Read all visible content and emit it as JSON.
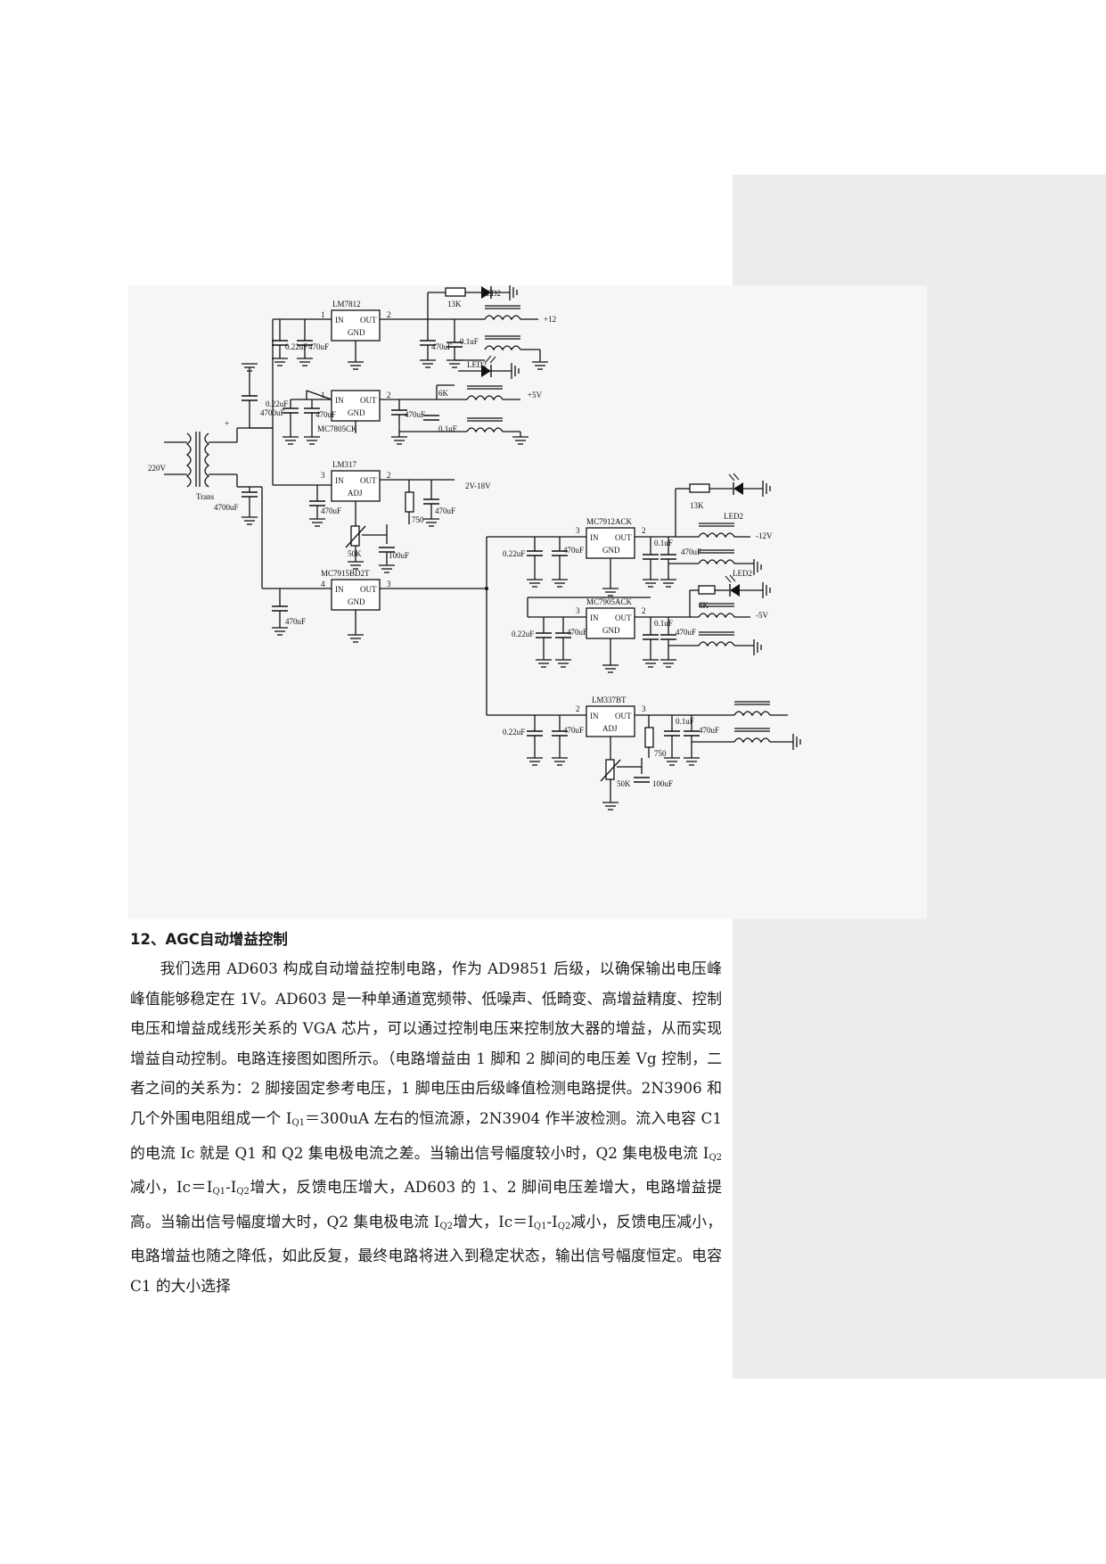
{
  "figure": {
    "regulators": {
      "lm7812": "LM7812",
      "mc7805": "MC7805CK",
      "lm317": "LM317",
      "mc7915": "MC7915BD2T",
      "mc7912": "MC7912ACK",
      "mc7905": "MC7905ACK",
      "lm337": "LM337BT"
    },
    "pins": {
      "in": "IN",
      "out": "OUT",
      "gnd": "GND",
      "adj": "ADJ",
      "p1": "1",
      "p2": "2",
      "p3": "3",
      "p4": "4"
    },
    "components": {
      "c_022": "0.22uF",
      "c_470": "470uF",
      "c_01": "0.1uF",
      "c_4700": "4700uF",
      "c_100": "100uF",
      "r_13k": "13K",
      "r_6k": "6K",
      "r_750": "750",
      "r_50k": "50K",
      "led": "LED2",
      "trans": "Trans",
      "plus": "+",
      "minus": "−"
    },
    "voltages": {
      "ac_in": "220V",
      "p12": "+12",
      "p5": "+5V",
      "adj": "2V-18V",
      "m12": "-12V",
      "m5": "-5V"
    }
  },
  "section": {
    "heading": "12、AGC自动增益控制",
    "paragraph": {
      "t1": "我们选用 AD603 构成自动增益控制电路，作为 AD9851 后级，以确保输出电压峰峰值能够稳定在 1V。AD603 是一种单通道宽频带、低噪声、低畸变、高增益精度、控制电压和增益成线形关系的 VGA 芯片，可以通过控制电压来控制放大器的增益，从而实现增益自动控制。电路连接图如图所示。（电路增益由 1 脚和 2 脚间的电压差 Vg 控制，二者之间的关系为：2 脚接固定参考电压，1 脚电压由后级峰值检测电路提供。2N3906 和几个外围电阻组成一个 I",
      "sub_q1": "Q1",
      "t2": "＝300uA 左右的恒流源，2N3904 作半波检测。流入电容 C1 的电流 Ic 就是 Q1 和 Q2 集电极电流之差。当输出信号幅度较小时，Q2 集电极电流 I",
      "sub_q2": "Q2",
      "t3": "减小，Ic＝I",
      "t4": "-I",
      "t5": "增大，反馈电压增大，AD603 的 1、2 脚间电压差增大，电路增益提高。当输出信号幅度增大时，Q2 集电极电流 I",
      "t6": "增大，Ic＝I",
      "t7": "-I",
      "t8": "减小，反馈电压减小，电路增益也随之降低，如此反复，最终电路将进入到稳定状态，输出信号幅度恒定。电容 C1 的大小选择"
    }
  }
}
